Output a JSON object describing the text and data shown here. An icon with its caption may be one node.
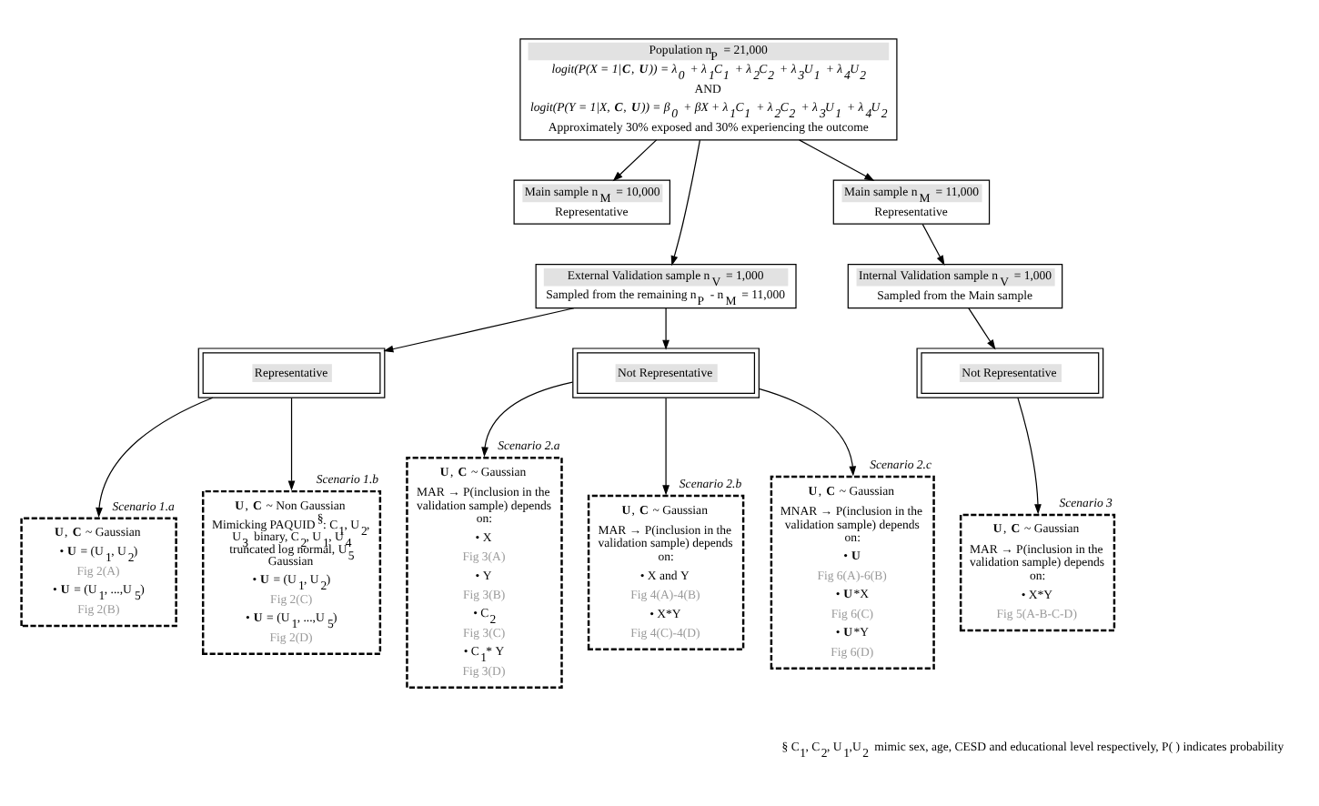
{
  "diagram": {
    "nodes": [
      {
        "text": [
          "Population n$_{P}$ = 21,000",
          "logit(P(X = 1|**C**, **U**)) = λ$_{0}$ + λ$_{1}$C$_{1}$ + λ$_{2}$C$_{2}$ + λ$_{3}$U$_{1}$ + λ$_{4}$U$_{2}$",
          "AND",
          "logit(P(Y = 1|X, **C**, **U**)) = β$_{0}$ + βX + λ$_{1}$C$_{1}$ + λ$_{2}$C$_{2}$ + λ$_{3}$U$_{1}$ + λ$_{4}$U$_{2}$",
          "Approximately 30% exposed and 30% experiencing the outcome"
        ]
      },
      {
        "text": [
          "Main sample n$_{M}$ = 10,000",
          "Representative"
        ]
      },
      {
        "text": [
          "External Validation sample n$_{V}$ = 1,000",
          "Sampled from the remaining n$_{P}$ - n$_{M}$ = 11,000"
        ]
      },
      {
        "text": [
          "Main sample n$_{M}$ = 11,000",
          "Representative"
        ]
      },
      {
        "text": [
          "Internal Validation sample n$_{V}$ = 1,000",
          "Sampled from the Main sample"
        ]
      },
      {
        "text": [
          "Representative"
        ]
      },
      {
        "text": [
          "Not Representative"
        ]
      },
      {
        "text": [
          "Not Representative"
        ]
      },
      {
        "text": [
          "**U**, **C** ~ Gaussian",
          "• **U** = (U$_{1}$, U$_{2}$)",
          "Fig 2(A)",
          "• **U** = (U$_{1}$, ...,U$_{5}$)",
          "Fig 2(B)"
        ],
        "beside": [
          "Scenario 1.a"
        ]
      },
      {
        "text": [
          "**U**, **C** ~ Non Gaussian",
          "Mimicking PAQUID$^{§}$: C$_{1}$, U$_{2}$, U$_{3}$ binary, C$_{2}$, U$_{1}$, U$_{4}$ truncated log normal, U$_{5}$ Gaussian",
          "• **U** = (U$_{1}$, U$_{2}$)",
          "Fig 2(C)",
          "• **U** = (U$_{1}$, ...,U$_{5}$)",
          "Fig 2(D)"
        ],
        "beside": [
          "Scenario 1.b"
        ]
      },
      {
        "text": [
          "**U**, **C** ~ Gaussian",
          "MAR → P(inclusion in the validation sample) depends on:",
          "• X",
          "Fig 3(A)",
          "• Y",
          "Fig 3(B)",
          "• C$_{2}$",
          "Fig 3(C)",
          "• C$_{1}$* Y",
          "Fig 3(D)"
        ],
        "beside": [
          "Scenario 2.a"
        ]
      },
      {
        "text": [
          "**U**, **C** ~ Gaussian",
          "MAR → P(inclusion in the validation sample) depends on:",
          "• X and Y",
          "Fig 4(A)-4(B)",
          "• X*Y",
          "Fig 4(C)-4(D)"
        ],
        "beside": [
          "Scenario 2.b"
        ]
      },
      {
        "text": [
          "**U**, **C** ~ Gaussian",
          "MNAR → P(inclusion in the validation sample) depends on:",
          "• **U**",
          "Fig 6(A)-6(B)",
          "• **U***X",
          "Fig 6(C)",
          "• **U***Y",
          "Fig 6(D)"
        ],
        "beside": [
          "Scenario 2.c"
        ]
      },
      {
        "text": [
          "**U**, **C** ~ Gaussian",
          "MAR → P(inclusion in the validation sample) depends on:",
          "• X*Y",
          "Fig 5(A-B-C-D)"
        ],
        "beside": [
          "Scenario 3"
        ]
      }
    ],
    "edges": [
      {
        "from": 0,
        "to": 1,
        "arrow": "to"
      },
      {
        "from": 0,
        "to": 2,
        "arrow": "to"
      },
      {
        "from": 0,
        "to": 3,
        "arrow": "to"
      },
      {
        "from": 3,
        "to": 4,
        "arrow": "to"
      },
      {
        "from": 2,
        "to": 5,
        "arrow": "to"
      },
      {
        "from": 2,
        "to": 6,
        "arrow": "to"
      },
      {
        "from": 4,
        "to": 7,
        "arrow": "to"
      },
      {
        "from": 5,
        "to": 8,
        "arrow": "to"
      },
      {
        "from": 5,
        "to": 9,
        "arrow": "to"
      },
      {
        "from": 6,
        "to": 10,
        "arrow": "to"
      },
      {
        "from": 6,
        "to": 11,
        "arrow": "to"
      },
      {
        "from": 6,
        "to": 12,
        "arrow": "to"
      },
      {
        "from": 7,
        "to": 13,
        "arrow": "to"
      }
    ],
    "labels": [
      "§ C$_{1}$, C$_{2}$, U$_{1}$,U$_{2}$ mimic sex, age, CESD and educational level respectively, P( ) indicates probability"
    ]
  }
}
